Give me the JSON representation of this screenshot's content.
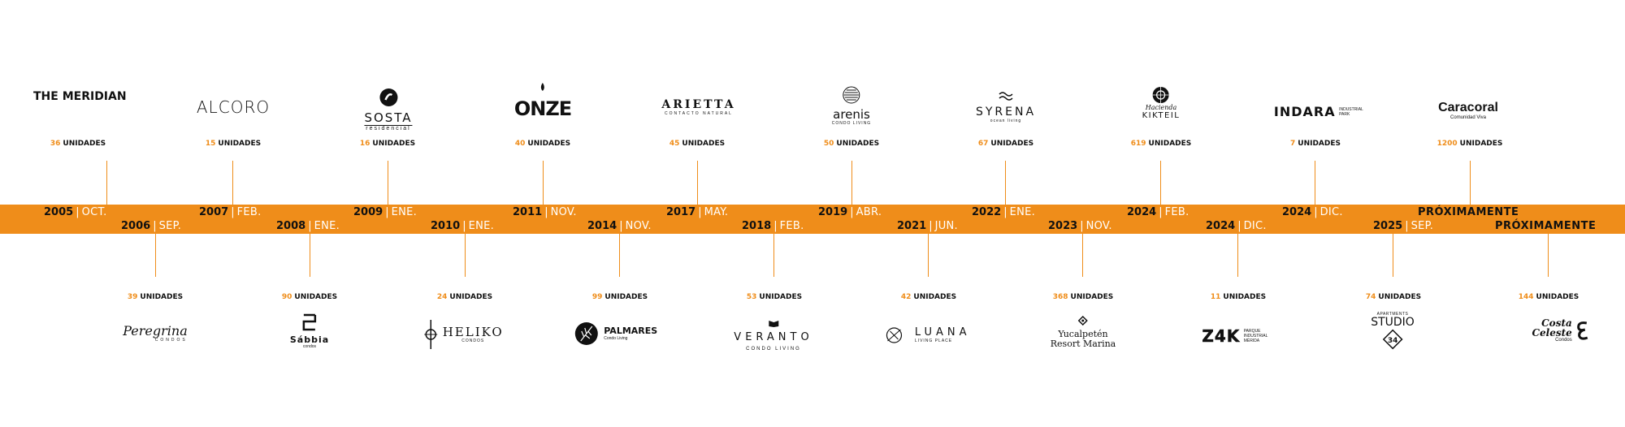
{
  "top": [
    {
      "year": "2005",
      "month": "OCT.",
      "units": "36",
      "units_label": "UNIDADES",
      "brand": "THE MERIDIAN"
    },
    {
      "year": "2007",
      "month": "FEB.",
      "units": "15",
      "units_label": "UNIDADES",
      "brand": "ALCORO"
    },
    {
      "year": "2009",
      "month": "ENE.",
      "units": "16",
      "units_label": "UNIDADES",
      "brand": "SOSTA",
      "brand_sub": "residencial"
    },
    {
      "year": "2011",
      "month": "NOV.",
      "units": "40",
      "units_label": "UNIDADES",
      "brand": "ONZE"
    },
    {
      "year": "2017",
      "month": "MAY.",
      "units": "45",
      "units_label": "UNIDADES",
      "brand": "ARIETTA",
      "brand_sub": "CONTACTO NATURAL"
    },
    {
      "year": "2019",
      "month": "ABR.",
      "units": "50",
      "units_label": "UNIDADES",
      "brand": "arenis",
      "brand_sub": "CONDO LIVING"
    },
    {
      "year": "2022",
      "month": "ENE.",
      "units": "67",
      "units_label": "UNIDADES",
      "brand": "SYRENA",
      "brand_sub": "ocean living"
    },
    {
      "year": "2024",
      "month": "FEB.",
      "units": "619",
      "units_label": "UNIDADES",
      "brand": "KIKTEIL",
      "brand_sub": "Hacienda"
    },
    {
      "year": "2024",
      "month": "DIC.",
      "units": "7",
      "units_label": "UNIDADES",
      "brand": "INDARA",
      "brand_sub": "INDUSTRIAL PARK"
    },
    {
      "year": "PRÓXIMAMENTE",
      "month": "",
      "units": "1200",
      "units_label": "UNIDADES",
      "brand": "Caracoral",
      "brand_sub": "Comunidad Viva"
    }
  ],
  "bottom": [
    {
      "year": "2006",
      "month": "SEP.",
      "units": "39",
      "units_label": "UNIDADES",
      "brand": "Peregrina",
      "brand_sub": "CONDOS"
    },
    {
      "year": "2008",
      "month": "ENE.",
      "units": "90",
      "units_label": "UNIDADES",
      "brand": "Sábbia",
      "brand_sub": "condos"
    },
    {
      "year": "2010",
      "month": "ENE.",
      "units": "24",
      "units_label": "UNIDADES",
      "brand": "HELIKO",
      "brand_sub": "CONDOS"
    },
    {
      "year": "2014",
      "month": "NOV.",
      "units": "99",
      "units_label": "UNIDADES",
      "brand": "PALMARES",
      "brand_sub": "Condo Living"
    },
    {
      "year": "2018",
      "month": "FEB.",
      "units": "53",
      "units_label": "UNIDADES",
      "brand": "VERANTO",
      "brand_sub": "CONDO LIVING"
    },
    {
      "year": "2021",
      "month": "JUN.",
      "units": "42",
      "units_label": "UNIDADES",
      "brand": "LUANA",
      "brand_sub": "LIVING PLACE"
    },
    {
      "year": "2023",
      "month": "NOV.",
      "units": "368",
      "units_label": "UNIDADES",
      "brand": "Yucalpetén",
      "brand_sub": "Resort Marina"
    },
    {
      "year": "2024",
      "month": "DIC.",
      "units": "11",
      "units_label": "UNIDADES",
      "brand": "Z4K",
      "brand_sub": "PARQUE INDUSTRIAL MÉRIDA"
    },
    {
      "year": "2025",
      "month": "SEP.",
      "units": "74",
      "units_label": "UNIDADES",
      "brand": "STUDIO",
      "brand_sub": "APARTMENTS"
    },
    {
      "year": "PRÓXIMAMENTE",
      "month": "",
      "units": "144",
      "units_label": "UNIDADES",
      "brand": "Costa Celeste",
      "brand_sub": "Condos"
    }
  ],
  "colors": {
    "accent": "#ef8d1a",
    "text": "#111111",
    "background": "#ffffff"
  }
}
